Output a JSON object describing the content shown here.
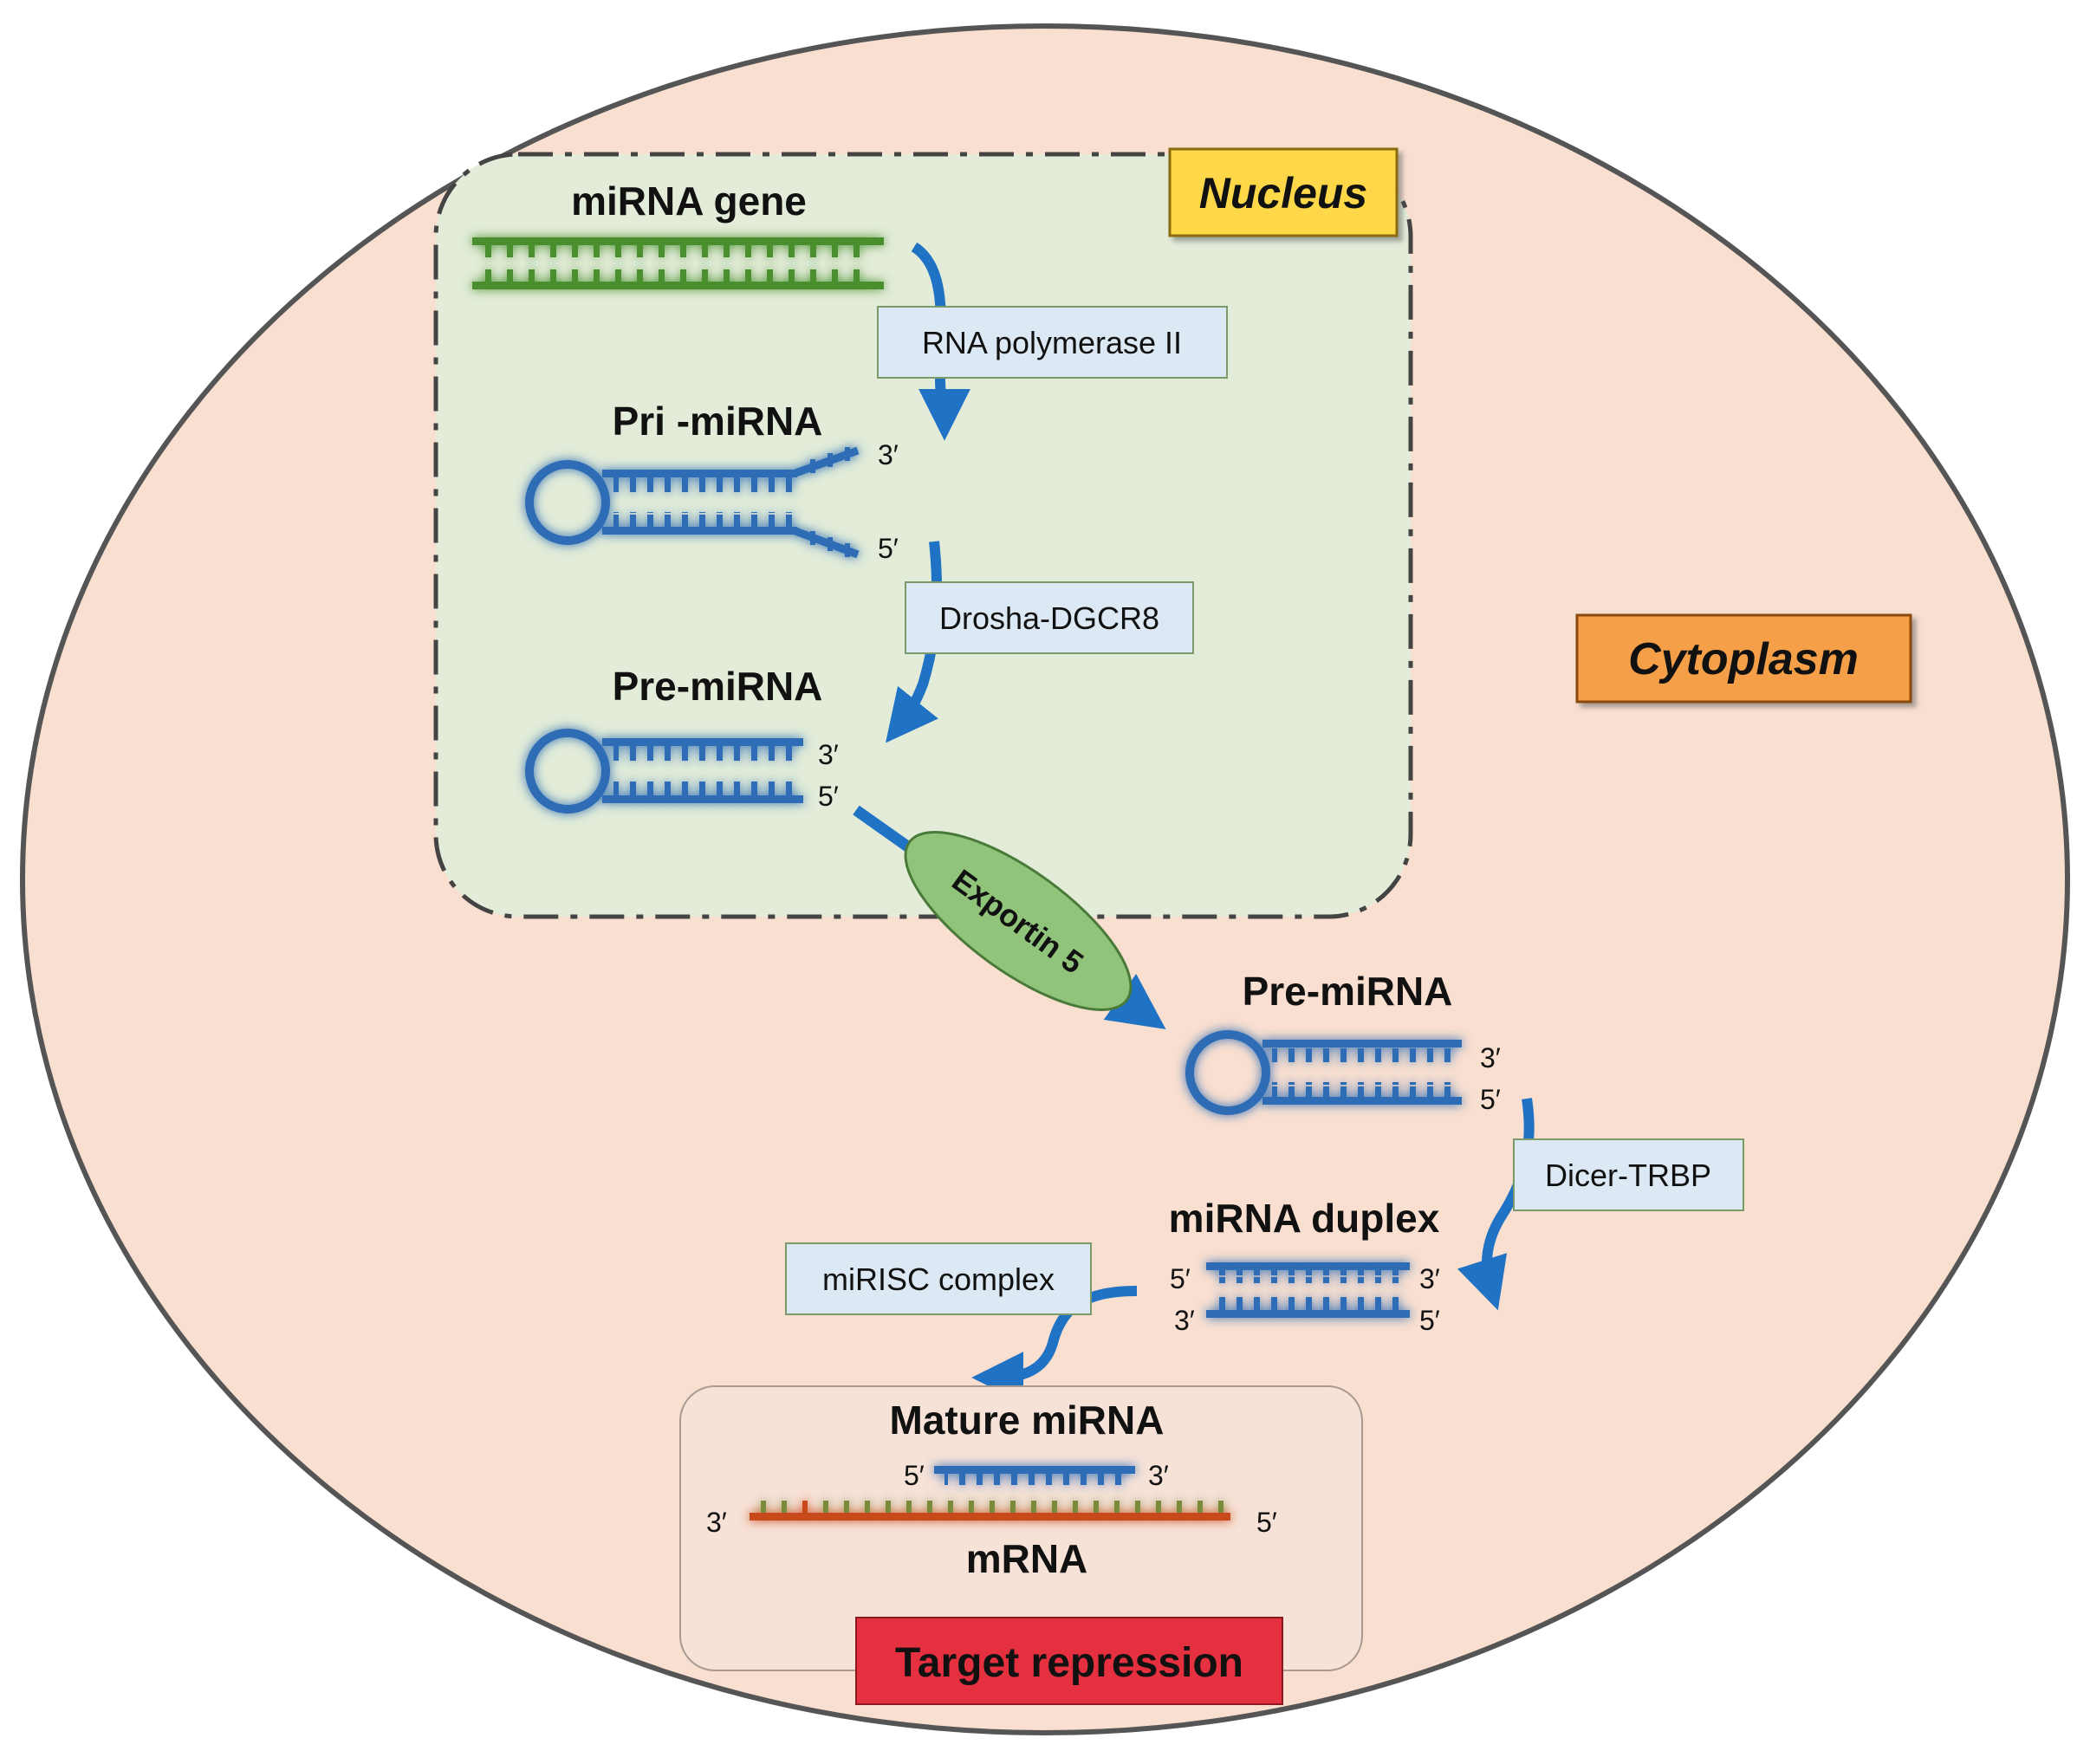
{
  "compartments": {
    "nucleus": "Nucleus",
    "cytoplasm": "Cytoplasm"
  },
  "molecules": {
    "mirna_gene": "miRNA gene",
    "pri_mirna": "Pri -miRNA",
    "pre_mirna_nucleus": "Pre-miRNA",
    "pre_mirna_cytoplasm": "Pre-miRNA",
    "mirna_duplex": "miRNA duplex",
    "mature_mirna": "Mature miRNA",
    "mrna": "mRNA"
  },
  "enzymes": {
    "rna_pol": "RNA polymerase II",
    "drosha": "Drosha-DGCR8",
    "exportin": "Exportin 5",
    "dicer": "Dicer-TRBP",
    "mirisc": "miRISC complex"
  },
  "outcome": "Target repression",
  "ends": {
    "three_prime": "3′",
    "five_prime": "5′"
  },
  "colors": {
    "cytoplasm_fill": "#f9dfd0",
    "nucleus_fill": "#e2ecd8",
    "dna_green": "#4a8f2e",
    "rna_blue": "#2f6db5",
    "arrow_blue": "#1f72c4",
    "enzyme_box": "#dce9f4",
    "nucleus_tag": "#ffd84a",
    "cytoplasm_tag": "#f5a04a",
    "exportin_fill": "#90c47a",
    "target_red": "#e5303f",
    "mrna_red": "#c84a1e"
  }
}
